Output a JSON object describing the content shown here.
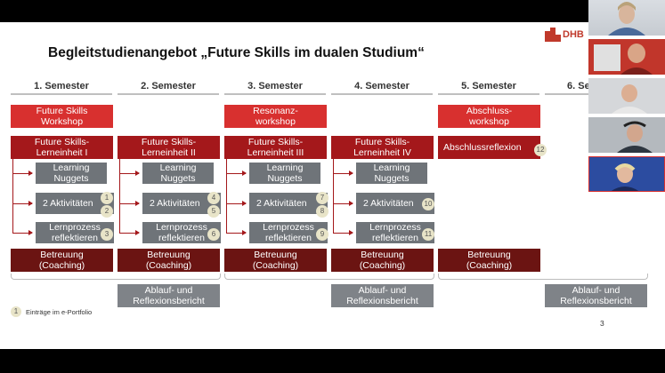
{
  "title": "Begleitstudienangebot „Future Skills im dualen Studium“",
  "logo": {
    "text": "DHB"
  },
  "semesters": [
    "1. Semester",
    "2. Semester",
    "3. Semester",
    "4. Semester",
    "5. Semester",
    "6. Se"
  ],
  "workshops": [
    "Future Skills\nWorkshop",
    "Resonanz-\nworkshop",
    "Abschluss-\nworkshop"
  ],
  "lerneinheiten": [
    "Future Skills-\nLerneinheit I",
    "Future Skills-\nLerneinheit II",
    "Future Skills-\nLerneinheit III",
    "Future Skills-\nLerneinheit IV"
  ],
  "abschlussreflexion": "Abschlussreflexion",
  "learning_nuggets": "Learning\nNuggets",
  "aktivitaeten": "2 Aktivitäten",
  "lernprozess": "Lernprozess\nreflektieren",
  "betreuung": "Betreuung\n(Coaching)",
  "ablauf": "Ablauf- und\nReflexionsbericht",
  "badges": [
    "1",
    "2",
    "3",
    "4",
    "5",
    "6",
    "7",
    "8",
    "9",
    "10",
    "11",
    "12"
  ],
  "legend": {
    "badge": "1",
    "text": "Einträge im e-Portfolio"
  },
  "page_number": "3",
  "colors": {
    "workshop": "#d8302f",
    "lerneinheit": "#a4181b",
    "betreuung": "#6b1412",
    "module": "#6f7479",
    "badge": "#e8e4c8"
  }
}
